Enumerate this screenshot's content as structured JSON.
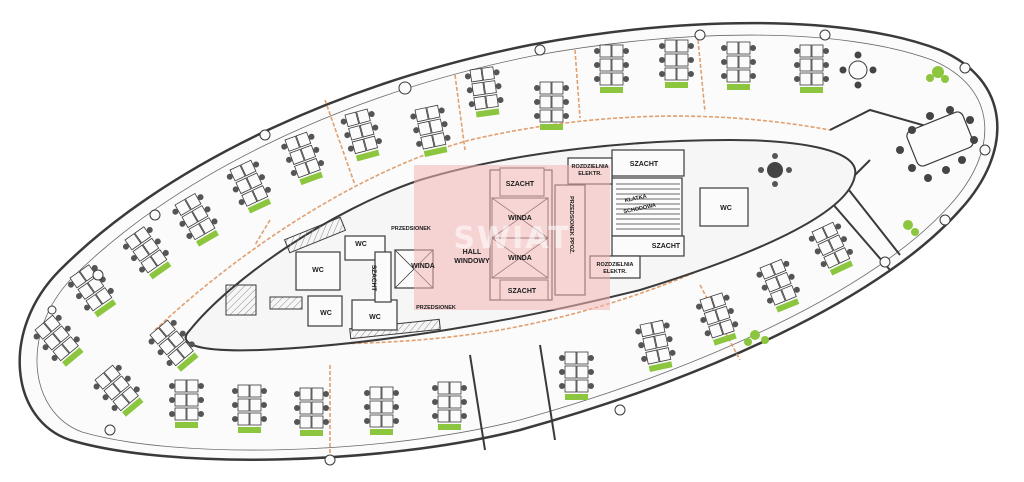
{
  "watermark": {
    "text": "SWIAT",
    "color": "#f4b6b6"
  },
  "colors": {
    "wall": "#3a3a3a",
    "partition": "#e0a070",
    "desk_green": "#8cc63f",
    "chair": "#555555",
    "core_hatch": "#9a9a9a"
  },
  "rooms": {
    "hall": "HALL",
    "hall_2": "WINDOWY",
    "winda_left": "WINDA",
    "winda_a": "WINDA",
    "winda_b": "WINDA",
    "szacht_left": "SZACHT",
    "szacht_top": "SZACHT",
    "szacht_bottom": "SZACHT",
    "szacht_right_top": "SZACHT",
    "szacht_right_mid": "SZACHT",
    "przedsionek_top": "PRZEDSIONEK",
    "przedsionek_bottom": "PRZEDSIONEK",
    "przedsionek_ppoz": "PRZEDSIONEK PPOŻ.",
    "wc_1": "WC",
    "wc_2": "WC",
    "wc_3": "WC",
    "wc_4": "WC",
    "wc_5": "WC",
    "rozdzielnia_top_1": "ROZDZIELNIA",
    "rozdzielnia_top_2": "ELEKTR.",
    "rozdzielnia_bottom_1": "ROZDZIELNIA",
    "rozdzielnia_bottom_2": "ELEKTR.",
    "klatka_1": "KLATKA",
    "klatka_2": "SCHODOWA"
  }
}
